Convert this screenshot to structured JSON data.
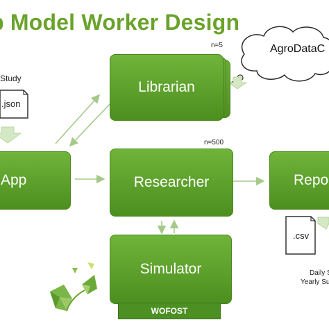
{
  "title": "p Model Worker Design",
  "nodes": {
    "librarian": {
      "label": "Librarian",
      "count": "n=5"
    },
    "researcher": {
      "label": "Researcher",
      "count": "n=500"
    },
    "simulator": {
      "label": "Simulator"
    },
    "app": {
      "label": "App"
    },
    "reporter": {
      "label": "Repo"
    }
  },
  "wofost": "WOFOST",
  "cloud": "AgroDataC",
  "study": {
    "label": "Study",
    "file": ".json"
  },
  "output": {
    "file": ".csv",
    "line1": "Daily S",
    "line2": "Yearly Su"
  },
  "colors": {
    "accent": "#6aa32c",
    "box": "#5aa02c"
  }
}
